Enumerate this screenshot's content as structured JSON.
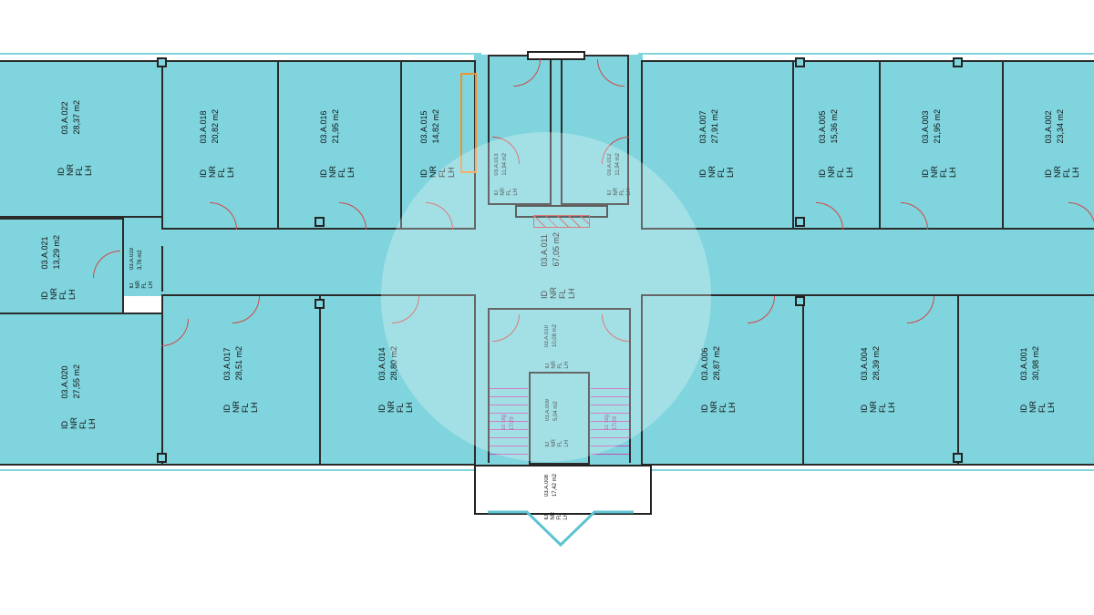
{
  "rooms": [
    {
      "id": "03.A.022",
      "area": "28,37 m2"
    },
    {
      "id": "03.A.018",
      "area": "20,82 m2"
    },
    {
      "id": "03.A.016",
      "area": "21,95 m2"
    },
    {
      "id": "03.A.015",
      "area": "14,82 m2"
    },
    {
      "id": "03.A.007",
      "area": "27,91 m2"
    },
    {
      "id": "03.A.005",
      "area": "15,36 m2"
    },
    {
      "id": "03.A.003",
      "area": "21,95 m2"
    },
    {
      "id": "03.A.002",
      "area": "23,34 m2"
    },
    {
      "id": "03.A.021",
      "area": "13,29 m2"
    },
    {
      "id": "03.A.019",
      "area": "3,76 m2"
    },
    {
      "id": "03.A.011",
      "area": "67,05 m2"
    },
    {
      "id": "03.A.020",
      "area": "27,55 m2"
    },
    {
      "id": "03.A.017",
      "area": "28,51 m2"
    },
    {
      "id": "03.A.014",
      "area": "28,80 m2"
    },
    {
      "id": "03.A.006",
      "area": "28,87 m2"
    },
    {
      "id": "03.A.004",
      "area": "28,39 m2"
    },
    {
      "id": "03.A.001",
      "area": "30,98 m2"
    },
    {
      "id": "03.A.013",
      "area": "11,94 m2"
    },
    {
      "id": "03.A.012",
      "area": "11,94 m2"
    },
    {
      "id": "03.A.010",
      "area": "10,08 m2"
    },
    {
      "id": "03.A.009",
      "area": "5,04 m2"
    },
    {
      "id": "03.A.008",
      "area": "17,42 m2"
    }
  ],
  "attr_labels": {
    "id": "ID",
    "nr": "NR",
    "fl": "FL",
    "lh": "LH"
  },
  "stairs": [
    {
      "steps": "10 Stg",
      "ratio": "17/29"
    },
    {
      "steps": "11 Stg",
      "ratio": "17/29"
    }
  ],
  "colors": {
    "room_fill": "#7fd4dd",
    "wall": "#2b2b2b",
    "door": "#d24848",
    "stairs": "#c44bb5",
    "sanitary": "#f0922f"
  }
}
